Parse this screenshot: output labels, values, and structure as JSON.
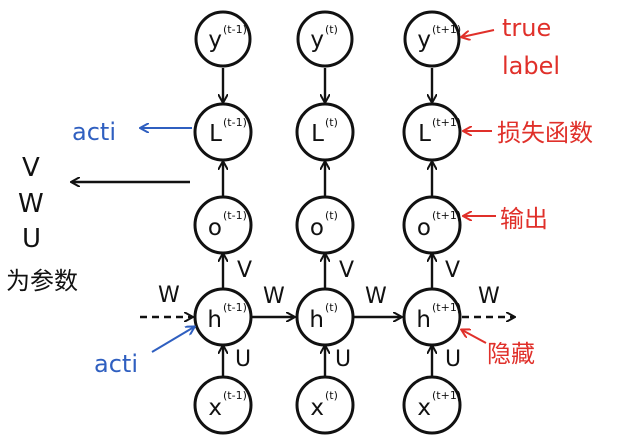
{
  "colors": {
    "ink": "#111111",
    "red": "#e0302a",
    "blue": "#2f5fc0",
    "background": "#ffffff"
  },
  "nodes": [
    {
      "id": "y-t-1",
      "main": "y",
      "sup": "(t-1)"
    },
    {
      "id": "y-t",
      "main": "y",
      "sup": "(t)"
    },
    {
      "id": "y-t+1",
      "main": "y",
      "sup": "(t+1)"
    },
    {
      "id": "L-t-1",
      "main": "L",
      "sup": "(t-1)"
    },
    {
      "id": "L-t",
      "main": "L",
      "sup": "(t)"
    },
    {
      "id": "L-t+1",
      "main": "L",
      "sup": "(t+1)"
    },
    {
      "id": "o-t-1",
      "main": "o",
      "sup": "(t-1)"
    },
    {
      "id": "o-t",
      "main": "o",
      "sup": "(t)"
    },
    {
      "id": "o-t+1",
      "main": "o",
      "sup": "(t+1)"
    },
    {
      "id": "h-t-1",
      "main": "h",
      "sup": "(t-1)"
    },
    {
      "id": "h-t",
      "main": "h",
      "sup": "(t)"
    },
    {
      "id": "h-t+1",
      "main": "h",
      "sup": "(t+1)"
    },
    {
      "id": "x-t-1",
      "main": "x",
      "sup": "(t-1)"
    },
    {
      "id": "x-t",
      "main": "x",
      "sup": "(t)"
    },
    {
      "id": "x-t+1",
      "main": "x",
      "sup": "(t+1)"
    }
  ],
  "edge_labels": {
    "V": "V",
    "U": "U",
    "W": "W"
  },
  "annotations": {
    "true_label_line1": "true",
    "true_label_line2": "label",
    "loss": "损失函数",
    "output": "输出",
    "hidden": "隐藏",
    "acti_top": "acti",
    "acti_bottom": "acti"
  },
  "params": {
    "V": "V",
    "W": "W",
    "U": "U",
    "caption": "为参数"
  }
}
